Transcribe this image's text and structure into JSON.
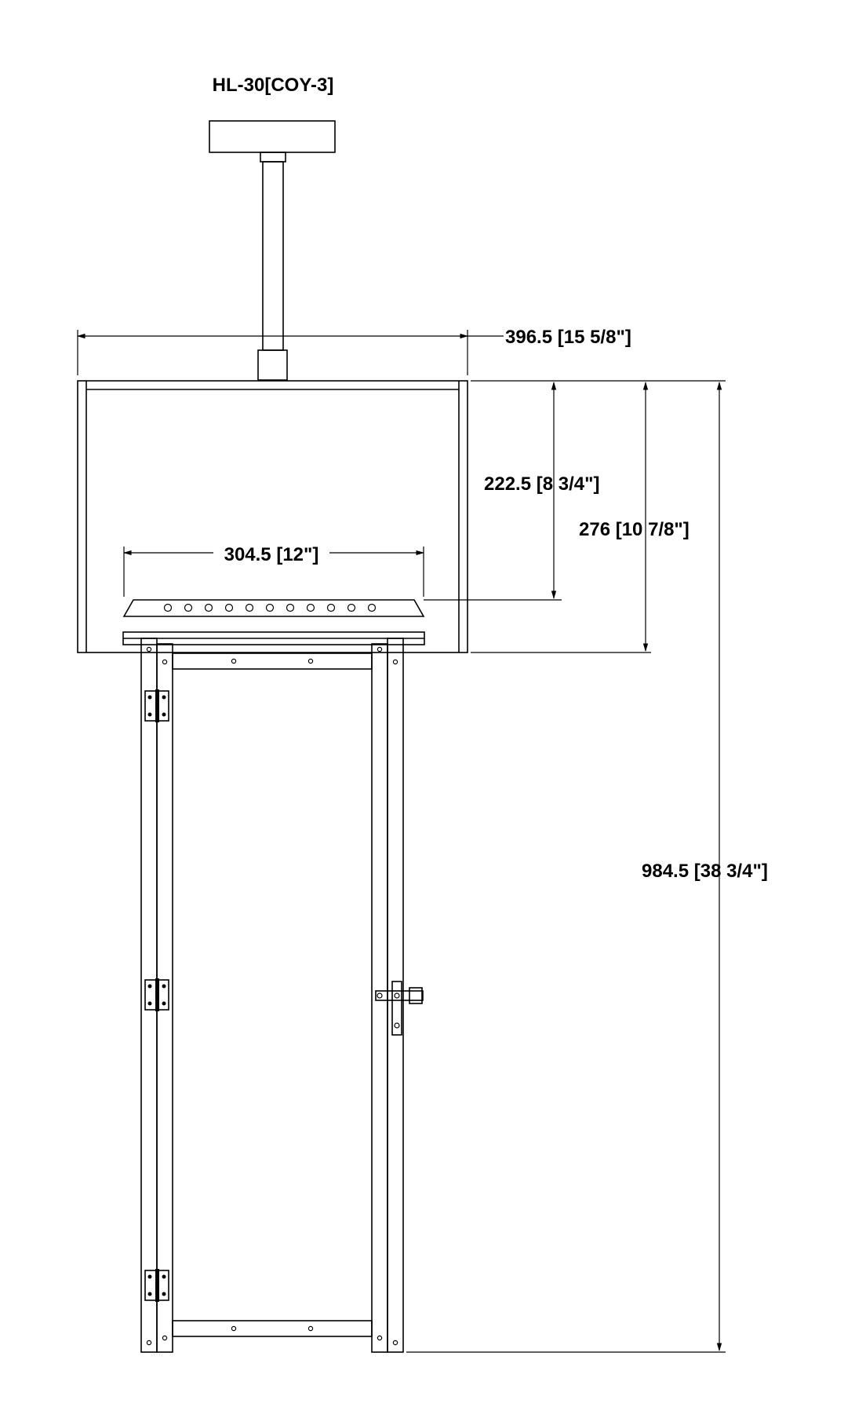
{
  "model_label": "HL-30[COY-3]",
  "dimensions": {
    "overall_width": "396.5 [15 5/8\"]",
    "inner_height": "222.5 [8 3/4\"]",
    "hood_height": "276 [10 7/8\"]",
    "tray_width": "304.5 [12\"]",
    "overall_height": "984.5 [38 3/4\"]"
  },
  "colors": {
    "line": "#000000",
    "background": "#ffffff"
  },
  "icons": [
    "hinge-icon",
    "latch-icon"
  ]
}
